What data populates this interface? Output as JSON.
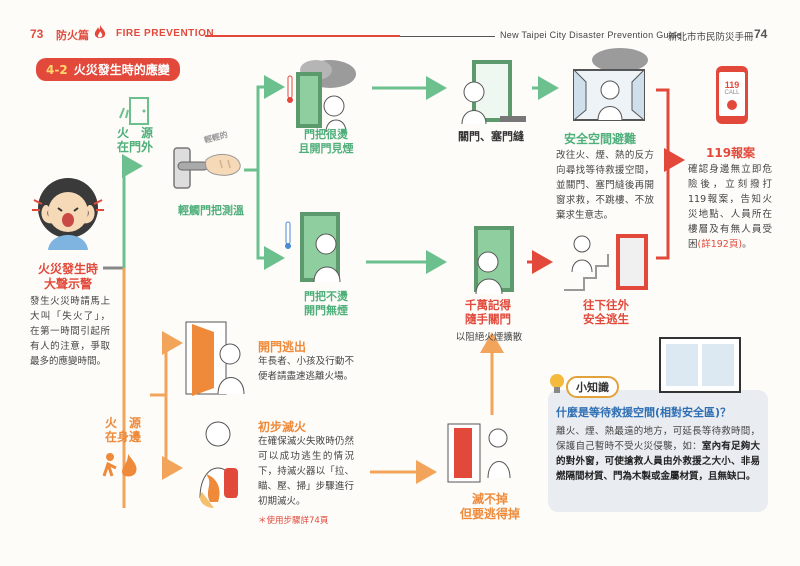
{
  "header": {
    "page_left": "73",
    "section": "防火篇",
    "title_en": "FIRE PREVENTION",
    "guide_en": "New Taipei City Disaster Prevention Guide",
    "guide_zh": "新北市市民防災手冊",
    "page_right": "74"
  },
  "section_badge": {
    "number": "4-2",
    "title": "火災發生時的應變"
  },
  "start": {
    "title_line1": "火災發生時",
    "title_line2": "大聲示警",
    "body": "發生火災時請馬上大叫「失火了」，在第一時間引起所有人的注意，爭取最多的應變時間。"
  },
  "outside": {
    "label_line1": "火　源",
    "label_line2": "在門外",
    "touch_caption": "輕觸門把測溫",
    "touch_bubble": "輕輕的",
    "hot_line1": "門把很燙",
    "hot_line2": "且開門見煙",
    "notHot_line1": "門把不燙",
    "notHot_line2": "開門無煙",
    "close_caption": "關門、塞門縫",
    "safe_title": "安全空間避難",
    "safe_body": "改往火、煙、熱的反方向尋找等待救援空間，並關門、塞門縫後再開窗求救，不跳樓、不放棄求生意志。",
    "remember_line1": "千萬記得",
    "remember_line2": "隨手關門",
    "remember_sub": "以阻絕火煙擴散",
    "escape_line1": "往下往外",
    "escape_line2": "安全逃生",
    "call_title": "119報案",
    "call_body": "確認身邊無立即危險後，立刻撥打119報案，告知火災地點、人員所在樓層及有無人員受困",
    "call_ref": "(詳192頁)",
    "call_end": "。",
    "phone_number": "119",
    "phone_label": "CALL"
  },
  "inside": {
    "label_line1": "火　源",
    "label_line2": "在身邊",
    "open_title": "開門逃出",
    "open_body": "年長者、小孩及行動不便者請盡速逃離火場。",
    "extinguish_title": "初步滅火",
    "extinguish_body": "在確保滅火失敗時仍然可以成功逃生的情況下，持滅火器以「拉、瞄、壓、掃」步驟進行初期滅火。",
    "extinguish_note": "＊使用步驟詳74頁",
    "fail_line1": "滅不掉",
    "fail_line2": "但要逃得掉"
  },
  "tip": {
    "badge": "小知識",
    "title": "什麼是等待救援空間(相對安全區)？",
    "body_plain": "離火、煙、熱最遠的地方，可延長等待救時間，保護自己暫時不受火災侵襲，如：",
    "body_bold": "室內有足夠大的對外窗，可使搶救人員由外救援之大小、非易燃隔間材質、門為木製或金屬材質，且無缺口。"
  },
  "colors": {
    "accent": "#e2493b",
    "green": "#4faf7a",
    "orange": "#ee8a3a",
    "tip_bg": "#e9ecf1"
  }
}
